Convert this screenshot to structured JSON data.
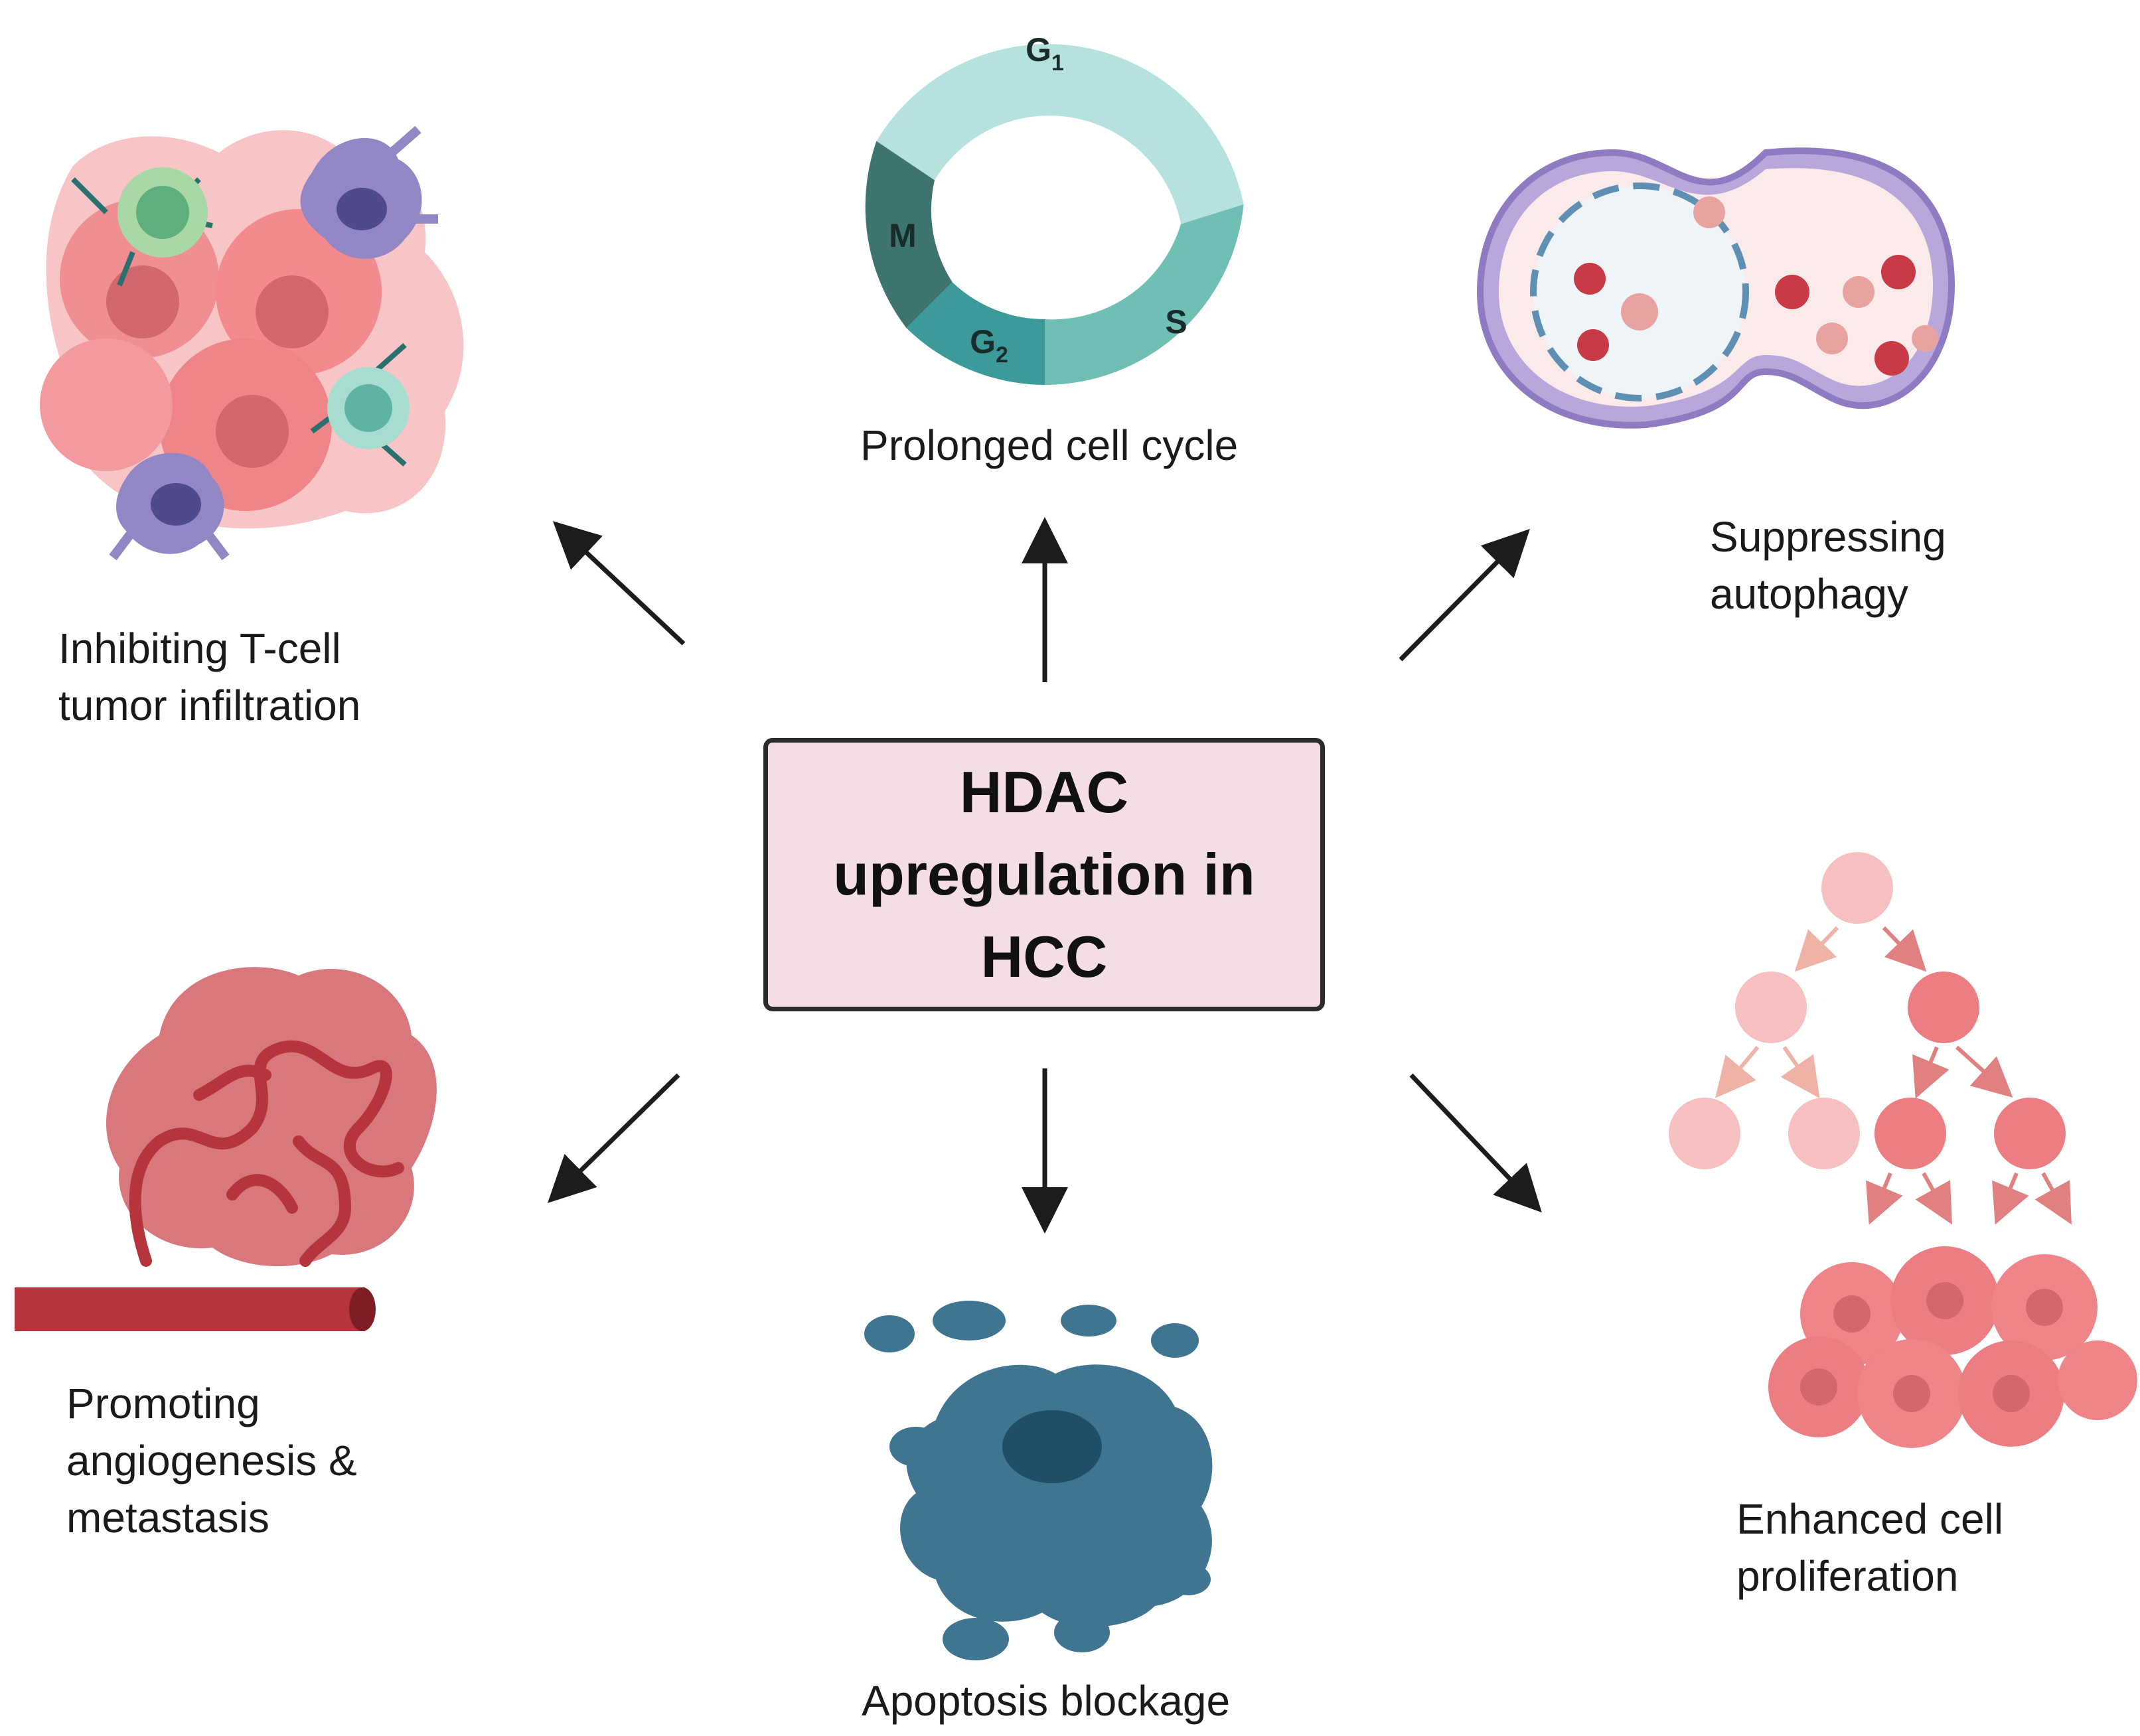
{
  "center": {
    "lines": [
      "HDAC",
      "upregulation in",
      "HCC"
    ]
  },
  "cell_cycle": {
    "label": "Prolonged cell cycle",
    "phases": [
      {
        "name": "G",
        "sub": "1",
        "color": "#b5e2de"
      },
      {
        "name": "S",
        "sub": "",
        "color": "#6fbfb5"
      },
      {
        "name": "G",
        "sub": "2",
        "color": "#3d9a9a"
      },
      {
        "name": "M",
        "sub": "",
        "color": "#3e7470"
      }
    ]
  },
  "effects": {
    "tcell": {
      "lines": [
        "Inhibiting T-cell",
        "tumor infiltration"
      ]
    },
    "autophagy": {
      "lines": [
        "Suppressing",
        "autophagy"
      ]
    },
    "angiogenesis": {
      "lines": [
        "Promoting",
        "angiogenesis &",
        "metastasis"
      ]
    },
    "apoptosis": {
      "lines": [
        "Apoptosis blockage"
      ]
    },
    "proliferation": {
      "lines": [
        "Enhanced cell",
        "proliferation"
      ]
    }
  },
  "colors": {
    "arrow": "#1c1c1c",
    "tumor": "#f08f92",
    "tumor_dark": "#d2686d",
    "apoptosis": "#3f7591",
    "vessel": "#b6353d",
    "lysosome": "#c83a45",
    "membrane": "#9b86c6"
  }
}
